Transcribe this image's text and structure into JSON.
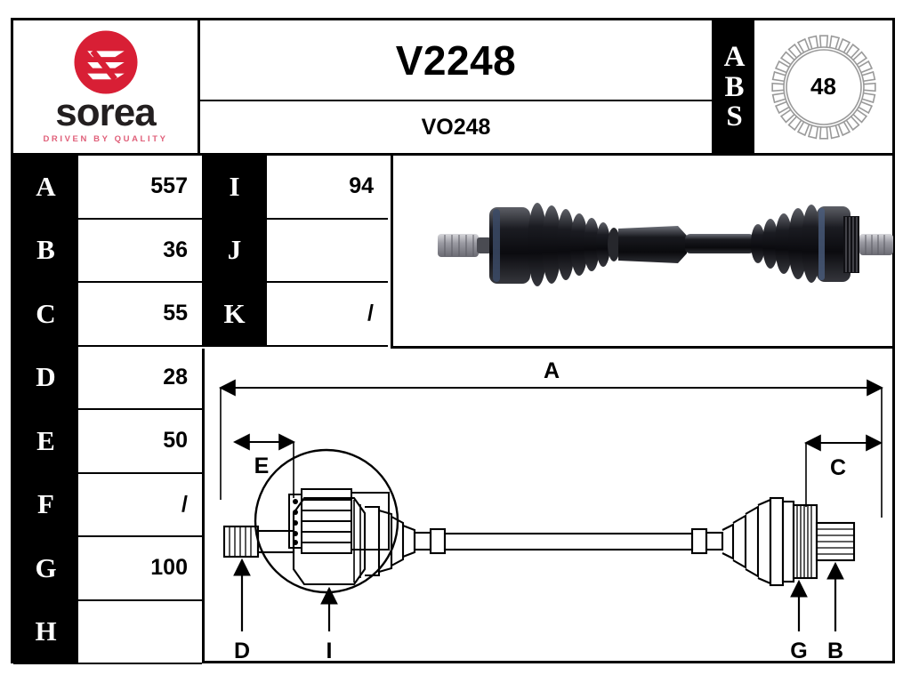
{
  "brand": {
    "name": "sorea",
    "tagline": "DRIVEN BY QUALITY",
    "logo_icon": "sorea-s-emblem",
    "logo_color": "#d81f35",
    "tagline_color": "#e0607a"
  },
  "header": {
    "part_number": "V2248",
    "reference": "VO248",
    "abs": {
      "letters": [
        "A",
        "B",
        "S"
      ],
      "teeth_count": "48",
      "ring_icon": "abs-tone-ring-icon"
    }
  },
  "specs": {
    "column_left": [
      {
        "key": "A",
        "value": "557"
      },
      {
        "key": "B",
        "value": "36"
      },
      {
        "key": "C",
        "value": "55"
      },
      {
        "key": "D",
        "value": "28"
      },
      {
        "key": "E",
        "value": "50"
      },
      {
        "key": "F",
        "value": "/"
      },
      {
        "key": "G",
        "value": "100"
      },
      {
        "key": "H",
        "value": ""
      }
    ],
    "column_right": [
      {
        "key": "I",
        "value": "94"
      },
      {
        "key": "J",
        "value": ""
      },
      {
        "key": "K",
        "value": "/"
      }
    ]
  },
  "photo": {
    "alt": "drive-shaft-photograph"
  },
  "drawing": {
    "dimension_labels": [
      "A",
      "E",
      "C"
    ],
    "callout_labels": [
      "D",
      "I",
      "G",
      "B"
    ],
    "detail_inset_icon": "spline-detail-magnifier"
  }
}
